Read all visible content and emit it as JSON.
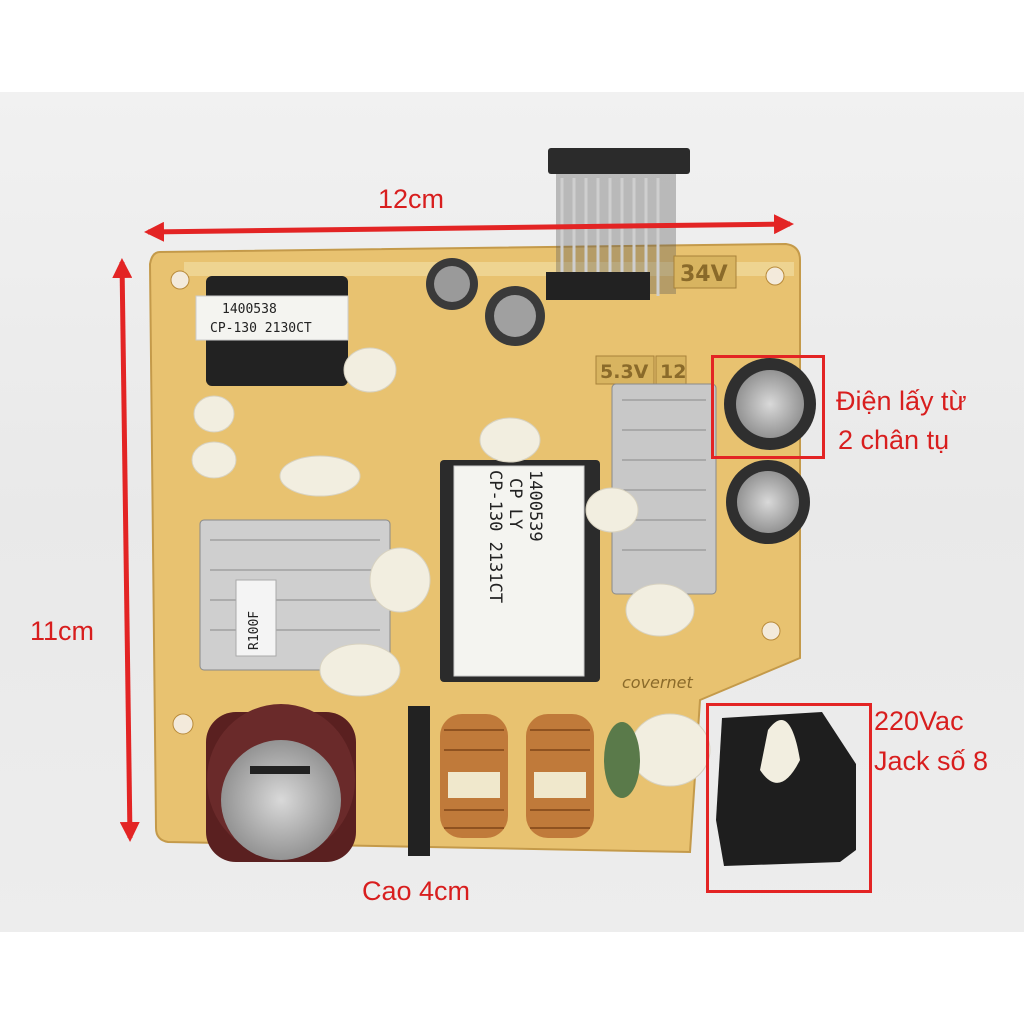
{
  "annotations": {
    "width": "12cm",
    "depth": "11cm",
    "height": "Cao 4cm",
    "capacitor_note": [
      "Điện lấy từ",
      "2 chân tụ"
    ],
    "ac_input": [
      "220Vac",
      "Jack số 8"
    ]
  },
  "board_markings": {
    "small_transformer_code": "1400538",
    "small_transformer_model": "CP-130 2130CT",
    "main_transformer_code": "1400539",
    "main_transformer_vendor": "CP LY",
    "main_transformer_model": "CP-130 2131CT",
    "rail_34v": "34V",
    "rail_5v3": "5.3V",
    "rail_12": "12",
    "resistor_mark": "R100F",
    "maker_logo": "covernet"
  },
  "colors": {
    "arrow": "#e32424",
    "text": "#d81e1e",
    "board": "#e8c270",
    "glue": "#f2eee0",
    "copper": "#c07a3a"
  }
}
